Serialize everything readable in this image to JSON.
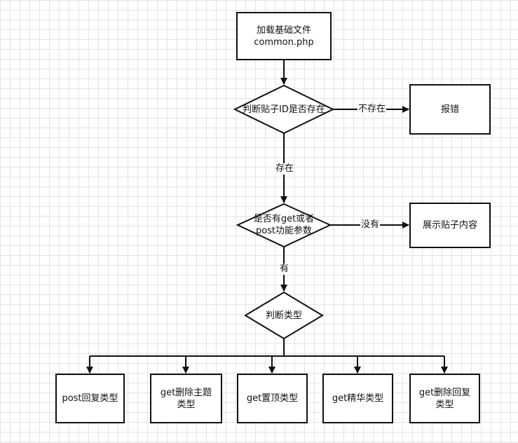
{
  "nodes": {
    "load_common": {
      "label": "加载基础文件\ncommon.php"
    },
    "check_post_id": {
      "label": "判断贴子ID是否存在"
    },
    "error": {
      "label": "报错"
    },
    "check_get_post": {
      "label": "是否有get或者\npost功能参数"
    },
    "show_post": {
      "label": "展示贴子内容"
    },
    "judge_type": {
      "label": "判断类型"
    },
    "post_reply": {
      "label": "post回复类型"
    },
    "get_delete_topic": {
      "label": "get删除主题\n类型"
    },
    "get_pin": {
      "label": "get置顶类型"
    },
    "get_featured": {
      "label": "get精华类型"
    },
    "get_delete_reply": {
      "label": "get删除回复\n类型"
    }
  },
  "edges": {
    "not_exist": "不存在",
    "exists": "存在",
    "none": "没有",
    "has": "有"
  }
}
